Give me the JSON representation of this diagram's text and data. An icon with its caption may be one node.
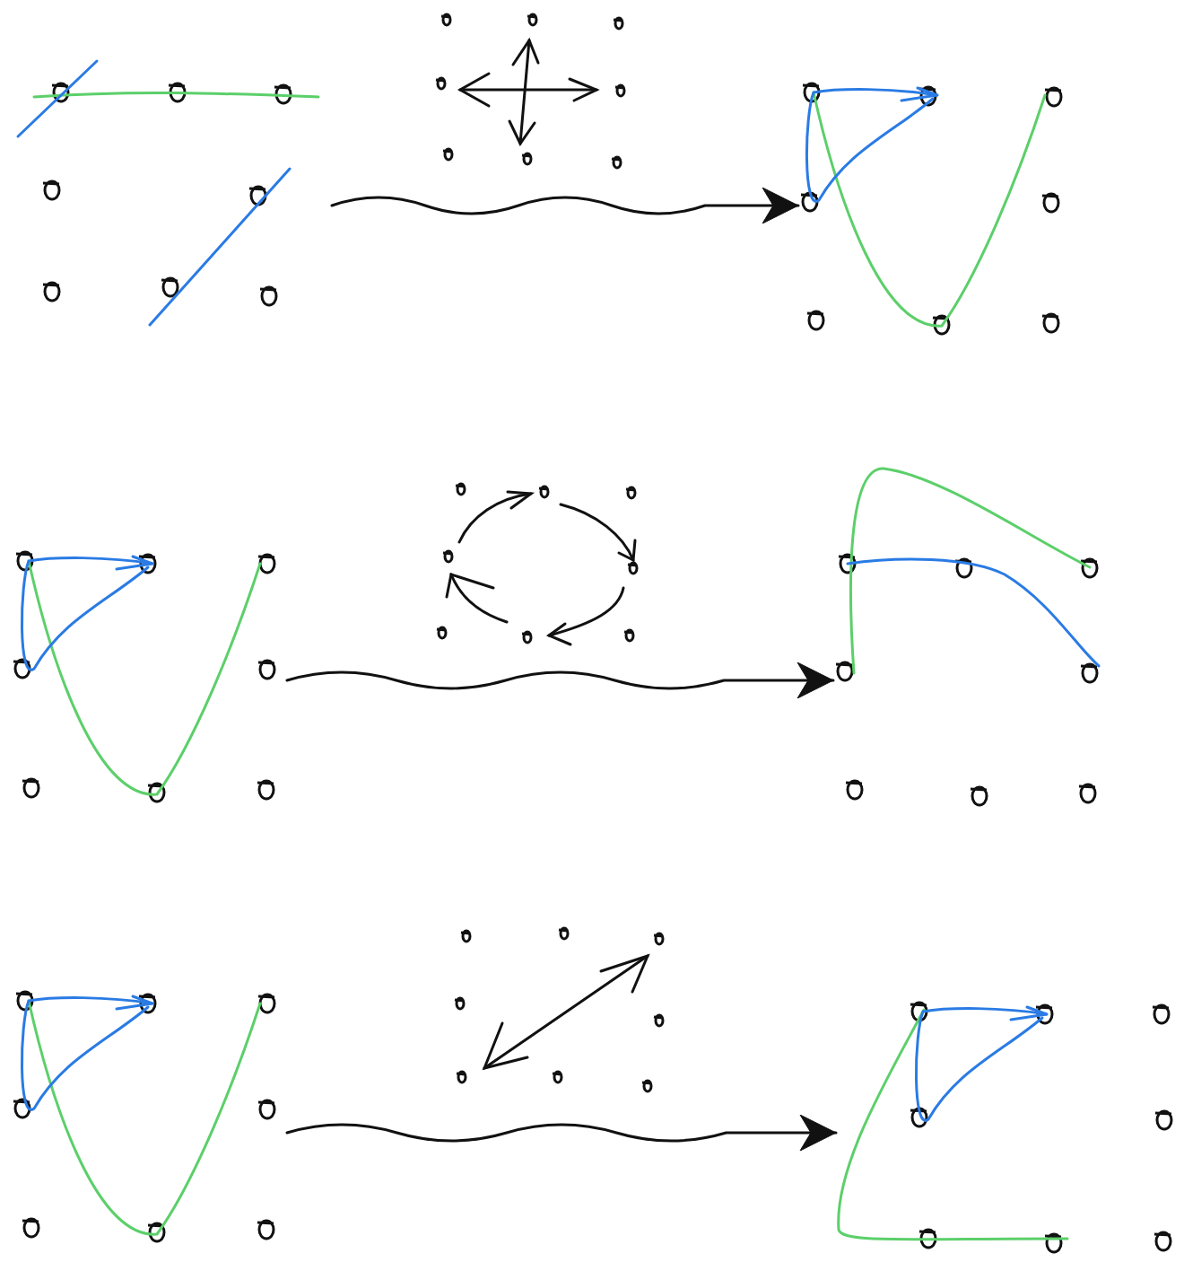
{
  "diagram": {
    "nodes": [
      {
        "text": [],
        "shape": "picture"
      },
      {
        "text": [],
        "shape": "picture"
      },
      {
        "text": [],
        "shape": "picture"
      },
      {
        "text": [],
        "shape": "picture"
      },
      {
        "text": [],
        "shape": "picture"
      },
      {
        "text": [],
        "shape": "picture"
      }
    ],
    "edges": [
      {
        "from": 0,
        "to": 1,
        "arrow": "to"
      },
      {
        "from": 2,
        "to": 3,
        "arrow": "to"
      },
      {
        "from": 4,
        "to": 5,
        "arrow": "to"
      }
    ]
  }
}
